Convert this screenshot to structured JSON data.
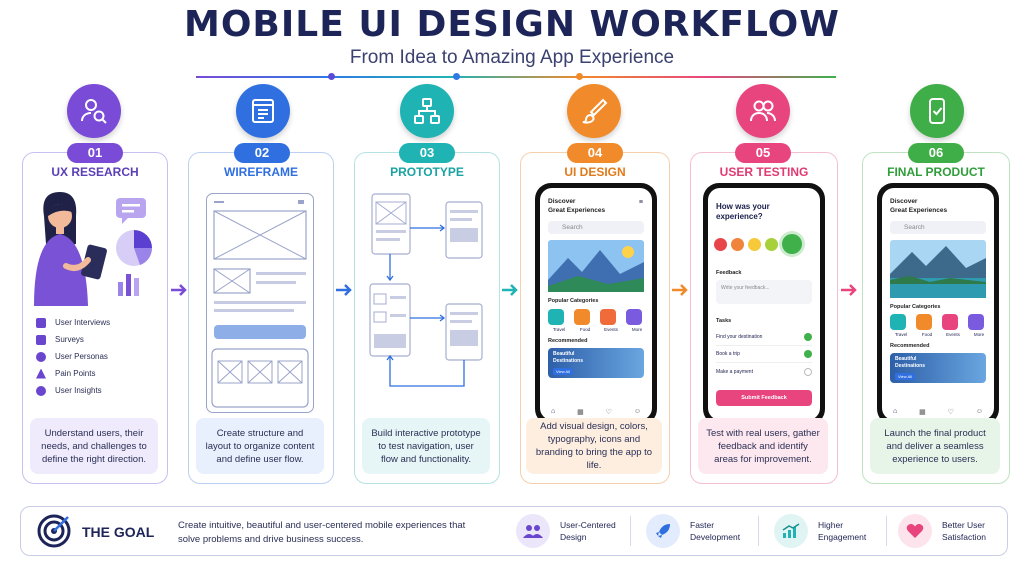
{
  "header": {
    "title": "MOBILE UI DESIGN WORKFLOW",
    "subtitle": "From Idea to Amazing App Experience"
  },
  "colors": {
    "ux": "#7a4bd6",
    "wireframe": "#2f6fe0",
    "prototype": "#1fb3b3",
    "ui": "#f08a2a",
    "testing": "#e8457f",
    "final": "#3fae49",
    "navy": "#1c2458"
  },
  "steps": [
    {
      "num": "01",
      "title": "UX RESEARCH",
      "icon": "user-search-icon",
      "desc": "Understand users, their needs, and challenges to define the right direction."
    },
    {
      "num": "02",
      "title": "WIREFRAME",
      "icon": "layout-icon",
      "desc": "Create structure and layout to organize content and define user flow."
    },
    {
      "num": "03",
      "title": "PROTOTYPE",
      "icon": "flowchart-icon",
      "desc": "Build interactive prototype to test navigation, user flow and functionality."
    },
    {
      "num": "04",
      "title": "UI DESIGN",
      "icon": "paintbrush-icon",
      "desc": "Add visual design, colors, typography, icons and branding to bring the app to life."
    },
    {
      "num": "05",
      "title": "USER TESTING",
      "icon": "users-icon",
      "desc": "Test with real users, gather feedback and identify areas for improvement."
    },
    {
      "num": "06",
      "title": "FINAL PRODUCT",
      "icon": "phone-check-icon",
      "desc": "Launch the final product and deliver a seamless experience to users."
    }
  ],
  "ux_list": [
    "User Interviews",
    "Surveys",
    "User Personas",
    "Pain Points",
    "User Insights"
  ],
  "ui_phone": {
    "heading1": "Discover",
    "heading2": "Great Experiences",
    "search": "Search",
    "popular": "Popular Categories",
    "cats": [
      "Travel",
      "Food",
      "Events",
      "More"
    ],
    "recommended": "Recommended",
    "banner1": "Beautiful",
    "banner2": "Destinations",
    "view_all": "View All"
  },
  "test_phone": {
    "question1": "How was your",
    "question2": "experience?",
    "feedback_label": "Feedback",
    "feedback_placeholder": "Write your feedback...",
    "tasks_label": "Tasks",
    "tasks": [
      "Find your destination",
      "Book a trip",
      "Make a payment"
    ],
    "submit": "Submit Feedback"
  },
  "goal": {
    "title": "THE GOAL",
    "text": "Create intuitive, beautiful and user-centered mobile experiences that solve problems and drive business success.",
    "items": [
      {
        "l1": "User-Centered",
        "l2": "Design",
        "icon": "group-icon"
      },
      {
        "l1": "Faster",
        "l2": "Development",
        "icon": "rocket-icon"
      },
      {
        "l1": "Higher",
        "l2": "Engagement",
        "icon": "growth-chart-icon"
      },
      {
        "l1": "Better User",
        "l2": "Satisfaction",
        "icon": "heart-icon"
      }
    ]
  }
}
